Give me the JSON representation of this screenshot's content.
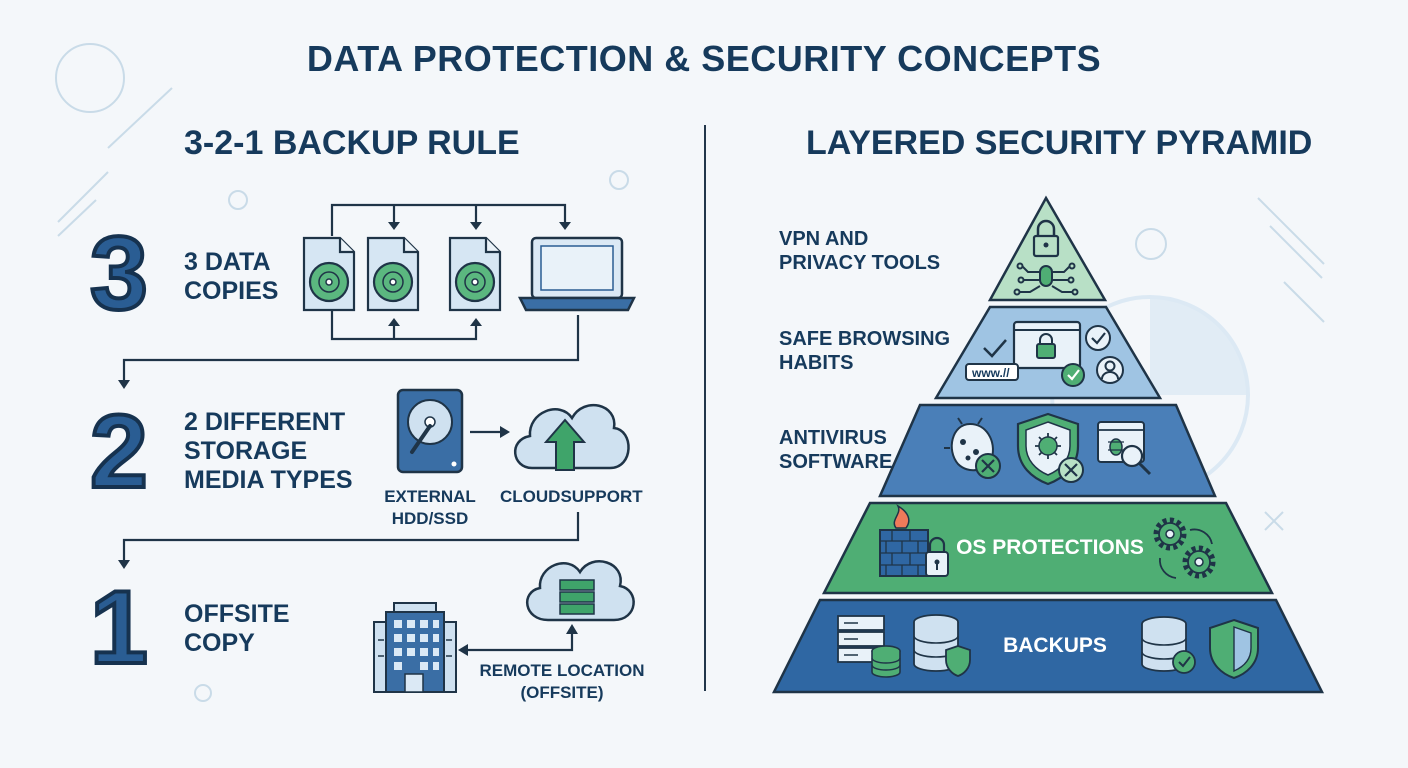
{
  "title": "DATA PROTECTION & SECURITY CONCEPTS",
  "backup_rule": {
    "heading": "3-2-1 BACKUP RULE",
    "steps": [
      {
        "number": "3",
        "label_lines": [
          "3 DATA",
          "COPIES"
        ]
      },
      {
        "number": "2",
        "label_lines": [
          "2 DIFFERENT",
          "STORAGE",
          "MEDIA TYPES"
        ]
      },
      {
        "number": "1",
        "label_lines": [
          "OFFSITE",
          "COPY"
        ]
      }
    ],
    "media": {
      "hdd_label_lines": [
        "EXTERNAL",
        "HDD/SSD"
      ],
      "cloud_label": "CLOUDSUPPORT"
    },
    "offsite": {
      "remote_label_lines": [
        "REMOTE LOCATION",
        "(OFFSITE)"
      ]
    }
  },
  "pyramid": {
    "heading": "LAYERED SECURITY PYRAMID",
    "side_labels": [
      {
        "lines": [
          "VPN AND",
          "PRIVACY TOOLS"
        ]
      },
      {
        "lines": [
          "SAFE BROWSING",
          "HABITS"
        ]
      },
      {
        "lines": [
          "ANTIVIRUS",
          "SOFTWARE"
        ]
      }
    ],
    "tiers": [
      {
        "name": "vpn",
        "label": ""
      },
      {
        "name": "browsing",
        "label": "",
        "url_text": "www.//"
      },
      {
        "name": "antivirus",
        "label": ""
      },
      {
        "name": "os",
        "label": "OS PROTECTIONS"
      },
      {
        "name": "backups",
        "label": "BACKUPS"
      }
    ]
  },
  "colors": {
    "navy": "#163a5c",
    "blue": "#2a5d93",
    "green": "#3fa46a",
    "light_green": "#c8ead3",
    "light_blue": "#cfe1f0"
  }
}
